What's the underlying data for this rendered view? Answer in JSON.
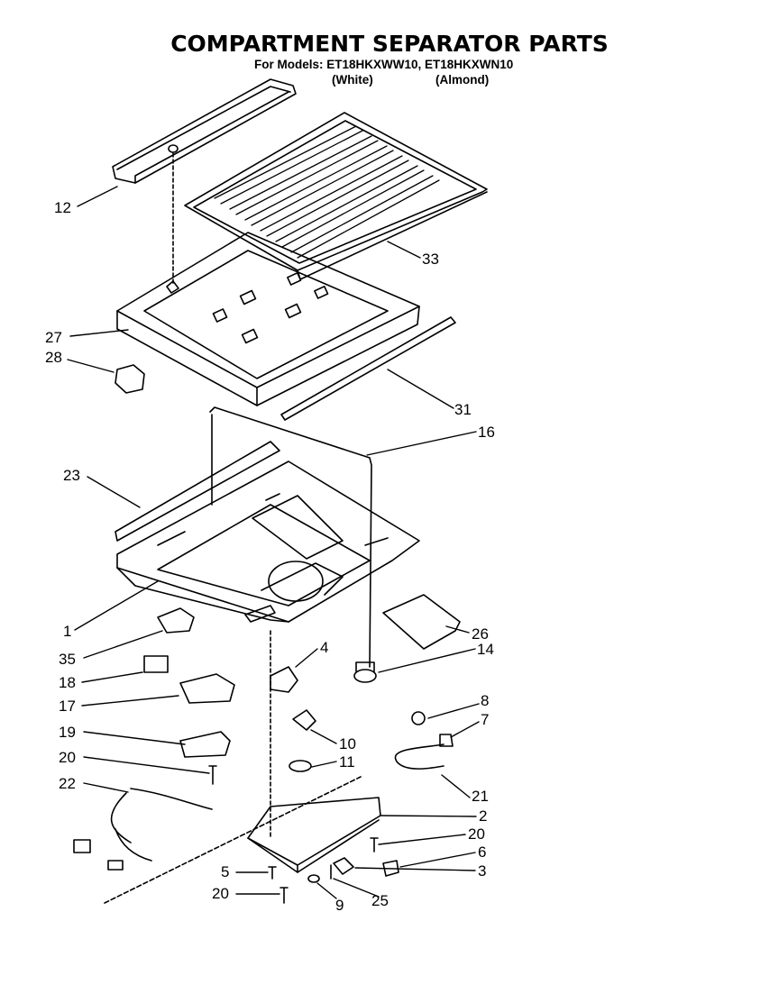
{
  "header": {
    "title": "COMPARTMENT SEPARATOR PARTS",
    "models_line": "For Models: ET18HKXWW10, ET18HKXWN10",
    "finish_white": "(White)",
    "finish_almond": "(Almond)"
  },
  "callouts": [
    {
      "id": "12",
      "text": "12"
    },
    {
      "id": "33",
      "text": "33"
    },
    {
      "id": "27",
      "text": "27"
    },
    {
      "id": "28",
      "text": "28"
    },
    {
      "id": "31",
      "text": "31"
    },
    {
      "id": "16",
      "text": "16"
    },
    {
      "id": "23",
      "text": "23"
    },
    {
      "id": "1",
      "text": "1"
    },
    {
      "id": "26",
      "text": "26"
    },
    {
      "id": "35",
      "text": "35"
    },
    {
      "id": "4",
      "text": "4"
    },
    {
      "id": "14",
      "text": "14"
    },
    {
      "id": "18",
      "text": "18"
    },
    {
      "id": "17",
      "text": "17"
    },
    {
      "id": "8",
      "text": "8"
    },
    {
      "id": "7",
      "text": "7"
    },
    {
      "id": "19",
      "text": "19"
    },
    {
      "id": "10",
      "text": "10"
    },
    {
      "id": "11",
      "text": "11"
    },
    {
      "id": "20a",
      "text": "20"
    },
    {
      "id": "21",
      "text": "21"
    },
    {
      "id": "22",
      "text": "22"
    },
    {
      "id": "2",
      "text": "2"
    },
    {
      "id": "20b",
      "text": "20"
    },
    {
      "id": "6",
      "text": "6"
    },
    {
      "id": "5",
      "text": "5"
    },
    {
      "id": "3",
      "text": "3"
    },
    {
      "id": "20c",
      "text": "20"
    },
    {
      "id": "9",
      "text": "9"
    },
    {
      "id": "25",
      "text": "25"
    }
  ]
}
